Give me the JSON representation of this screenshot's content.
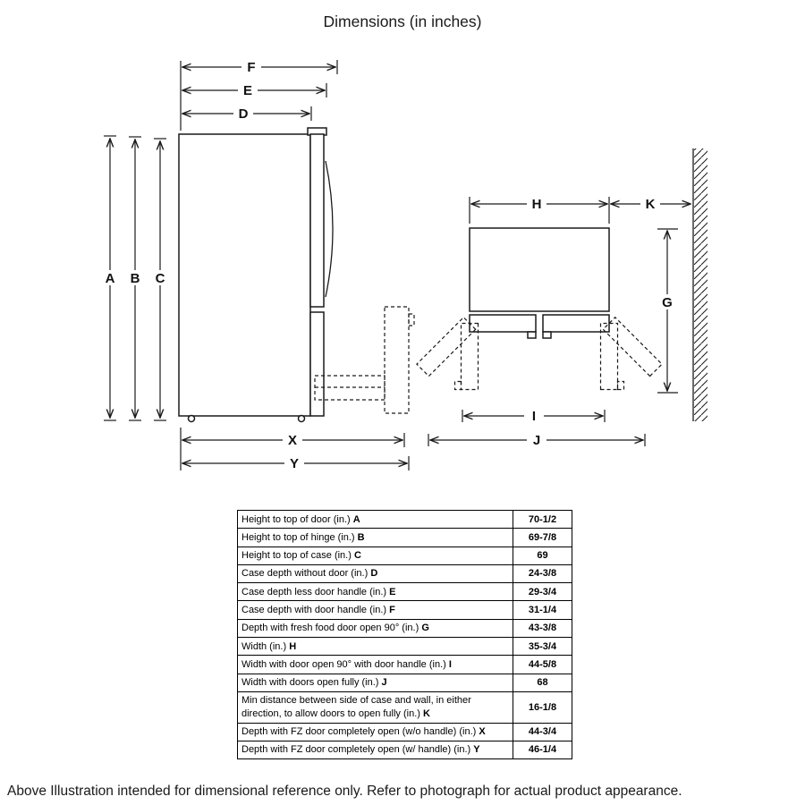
{
  "title": "Dimensions (in inches)",
  "diagram": {
    "labels": {
      "A": "A",
      "B": "B",
      "C": "C",
      "D": "D",
      "E": "E",
      "F": "F",
      "G": "G",
      "H": "H",
      "I": "I",
      "J": "J",
      "K": "K",
      "X": "X",
      "Y": "Y"
    }
  },
  "table": {
    "rows": [
      {
        "text": "Height to top of door (in.)",
        "key": "A",
        "value": "70-1/2"
      },
      {
        "text": "Height to top of hinge (in.)",
        "key": "B",
        "value": "69-7/8"
      },
      {
        "text": "Height to top of case (in.)",
        "key": "C",
        "value": "69"
      },
      {
        "text": "Case depth without door (in.)",
        "key": "D",
        "value": "24-3/8"
      },
      {
        "text": "Case depth less door handle (in.)",
        "key": "E",
        "value": "29-3/4"
      },
      {
        "text": "Case depth with door handle (in.)",
        "key": "F",
        "value": "31-1/4"
      },
      {
        "text": "Depth with fresh food door open 90° (in.)",
        "key": "G",
        "value": "43-3/8"
      },
      {
        "text": "Width (in.)",
        "key": "H",
        "value": "35-3/4"
      },
      {
        "text": "Width with door open 90° with door handle (in.)",
        "key": "I",
        "value": "44-5/8"
      },
      {
        "text": "Width with doors open fully (in.)",
        "key": "J",
        "value": "68"
      },
      {
        "text": "Min distance between side of case and wall, in either direction, to allow doors to open fully (in.)",
        "key": "K",
        "value": "16-1/8"
      },
      {
        "text": "Depth with FZ door completely open (w/o handle) (in.)",
        "key": "X",
        "value": "44-3/4"
      },
      {
        "text": "Depth with FZ door completely open (w/ handle) (in.)",
        "key": "Y",
        "value": "46-1/4"
      }
    ]
  },
  "footer": "Above Illustration intended for dimensional reference only. Refer to photograph for actual product appearance."
}
